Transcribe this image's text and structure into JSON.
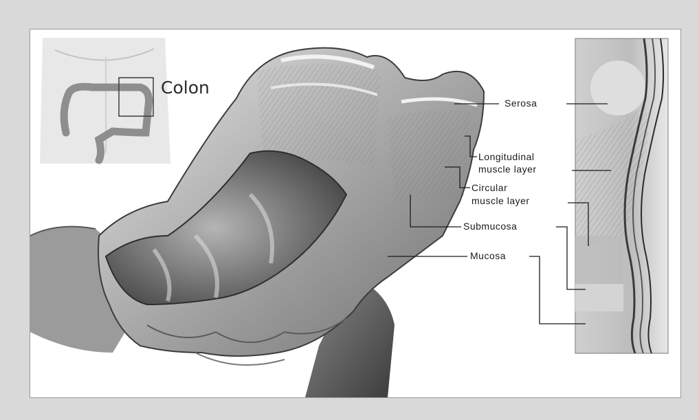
{
  "inset": {
    "title": "Colon"
  },
  "labels": {
    "serosa": "Serosa",
    "longitudinal": [
      "Longitudinal",
      "muscle layer"
    ],
    "circular": [
      "Circular",
      "muscle layer"
    ],
    "submucosa": "Submucosa",
    "mucosa": "Mucosa"
  },
  "colors": {
    "background": "#d9d9d9",
    "panel": "#ffffff",
    "tissue": "#9e9e9e"
  }
}
